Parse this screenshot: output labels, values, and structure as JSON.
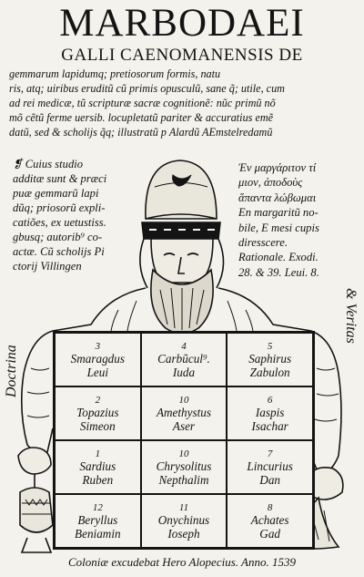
{
  "title": "MARBODAEI",
  "subtitle": "GALLI CAENOMANENSIS DE",
  "blurb_lines": [
    "gemmarum lapidumq; pretiosorum formis, natu",
    "ris, atq; uiribus eruditũ cũ primis opusculũ, sane q̃; utile, cum",
    "ad rei medicæ, tũ scripturæ sacræ cognitionẽ: nũc primũ nõ",
    "mõ cẽtũ ferme uersib. locupletatũ pariter & accuratius emẽ",
    "datũ, sed & scholijs q̃q; illustratũ p Alardũ AEmstelredamũ"
  ],
  "left_note_lines": [
    "❡ Cuius studio",
    "additæ sunt & præci",
    "puæ gemmarũ lapi",
    "dũq; priosorũ expli-",
    "catiões, ex uetustiss.",
    "gbusq; autorib⁹ co-",
    "actæ. Cũ scholijs Pi",
    "ctorij Villingen"
  ],
  "right_note_lines": [
    "Ἐν μαργάριτον τί",
    "μιον, ἀποδοὺς",
    "ἅπαντα λώβωμαι",
    "En margaritũ no-",
    "bile, E mesi cupis",
    "diresscere.",
    "Rationale. Exodi.",
    "28. & 39. Leui. 8."
  ],
  "side_left": "Doctrina",
  "side_right": "& Veritas",
  "stones": [
    {
      "num": "3",
      "name": "Smaragdus",
      "tribe": "Leui"
    },
    {
      "num": "4",
      "name": "Carbũcul⁹.",
      "tribe": "Iuda"
    },
    {
      "num": "5",
      "name": "Saphirus",
      "tribe": "Zabulon"
    },
    {
      "num": "2",
      "name": "Topazius",
      "tribe": "Simeon"
    },
    {
      "num": "10",
      "name": "Amethystus",
      "tribe": "Aser"
    },
    {
      "num": "6",
      "name": "Iaspis",
      "tribe": "Isachar"
    },
    {
      "num": "1",
      "name": "Sardius",
      "tribe": "Ruben"
    },
    {
      "num": "10",
      "name": "Chrysolitus",
      "tribe": "Nepthalim"
    },
    {
      "num": "7",
      "name": "Lincurius",
      "tribe": "Dan"
    },
    {
      "num": "12",
      "name": "Beryllus",
      "tribe": "Beniamin"
    },
    {
      "num": "11",
      "name": "Onychinus",
      "tribe": "Ioseph"
    },
    {
      "num": "8",
      "name": "Achates",
      "tribe": "Gad"
    }
  ],
  "colophon": "Coloniæ excudebat Hero Alopecius.   Anno. 1539"
}
